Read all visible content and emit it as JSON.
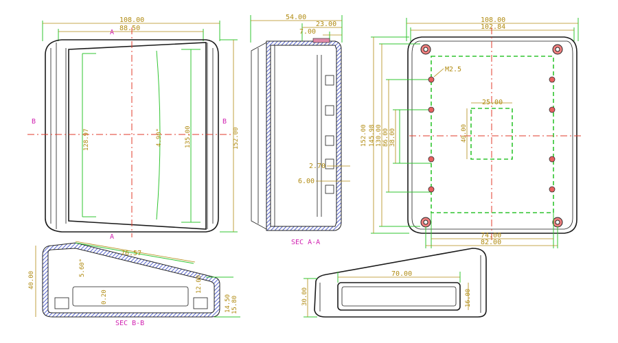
{
  "views": {
    "front": {
      "width_outer": "108.00",
      "width_inner": "88.50",
      "section_a_top": "A",
      "section_a_bottom": "A",
      "section_b_left": "B",
      "section_b_right": "B",
      "height_inner_left": "128.97",
      "angle": "4.90°",
      "height_inner_right": "135.00",
      "height_outer": "152.00"
    },
    "section_aa": {
      "depth": "54.00",
      "d23": "23.00",
      "d7": "7.00",
      "d27": "2.70",
      "d6": "6.00",
      "label": "SEC A-A"
    },
    "back": {
      "width_outer": "108.00",
      "width_inner": "102.84",
      "screw": "M2.5",
      "h152": "152.00",
      "h14598": "145.98",
      "h13000": "130.00",
      "h8600": "86.00",
      "h3800": "38.00",
      "w2500": "25.00",
      "h4000": "40.00",
      "w7400": "74.00",
      "w8200": "82.00"
    },
    "section_bb": {
      "slope": "76.57",
      "h40": "40.00",
      "d560": "5.60°",
      "d1200": "12.00",
      "d020": "0.20",
      "d1450": "14.50",
      "d1580": "15.80",
      "label": "SEC B-B"
    },
    "side": {
      "w70": "70.00",
      "h30": "30.00",
      "h16": "16.00"
    }
  },
  "colors": {
    "dimension": "#b08a10",
    "section_label": "#d01fb0",
    "extension": "#2fc42f",
    "centerline": "#e23a2a",
    "outline": "#1a1a1a"
  }
}
